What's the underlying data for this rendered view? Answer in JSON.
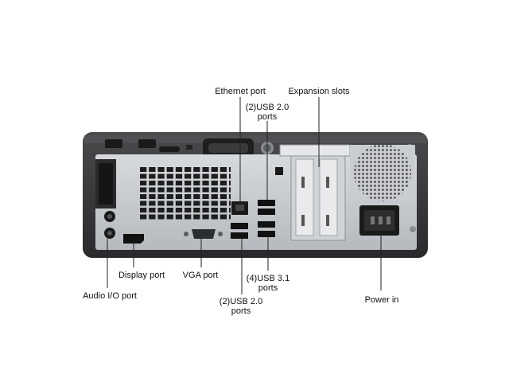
{
  "labels": {
    "ethernet": "Ethernet port",
    "usb20_top_line1": "(2)USB 2.0",
    "usb20_top_line2": "ports",
    "expansion": "Expansion slots",
    "display": "Display port",
    "vga": "VGA port",
    "audio": "Audio I/O port",
    "usb31_line1": "(4)USB 3.1",
    "usb31_line2": "ports",
    "usb20_bottom_line1": "(2)USB 2.0",
    "usb20_bottom_line2": "ports",
    "power": "Power in"
  },
  "colors": {
    "chassis": "#3a3a3c",
    "panel": "#c9ccd0",
    "panel_dark": "#9ea2a7",
    "port_black": "#1a1a1a",
    "leader_line": "#222222"
  }
}
